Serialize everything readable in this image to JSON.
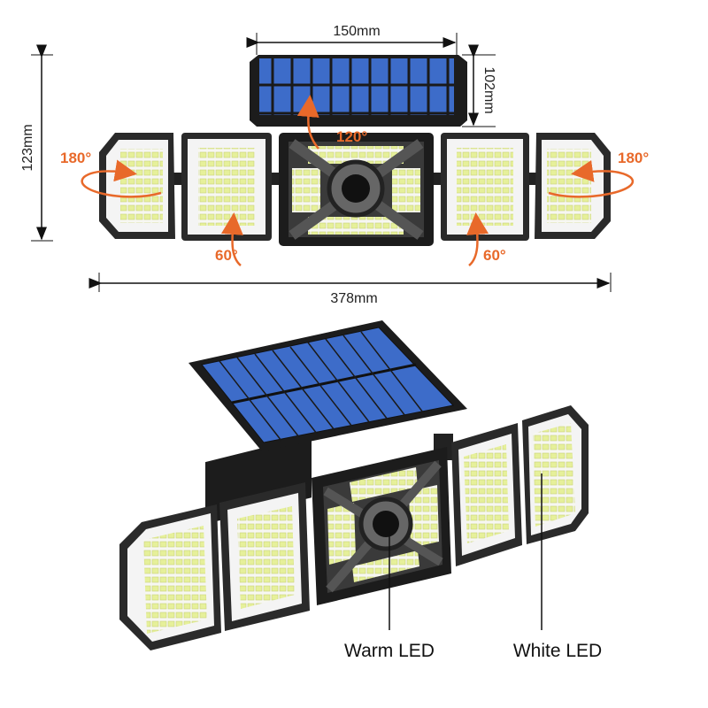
{
  "dimensions": {
    "panel_width": "150mm",
    "panel_height": "102mm",
    "light_height": "123mm",
    "total_width": "378mm"
  },
  "angles": {
    "panel_tilt": "120°",
    "left_end_rotation": "180°",
    "right_end_rotation": "180°",
    "left_inner_tilt": "60°",
    "right_inner_tilt": "60°"
  },
  "labels": {
    "warm_led": "Warm LED",
    "white_led": "White LED"
  },
  "colors": {
    "accent": "#e8692a",
    "solar_cell": "#3d6cc9",
    "housing": "#1c1c1c",
    "led": "#e6f09a"
  }
}
